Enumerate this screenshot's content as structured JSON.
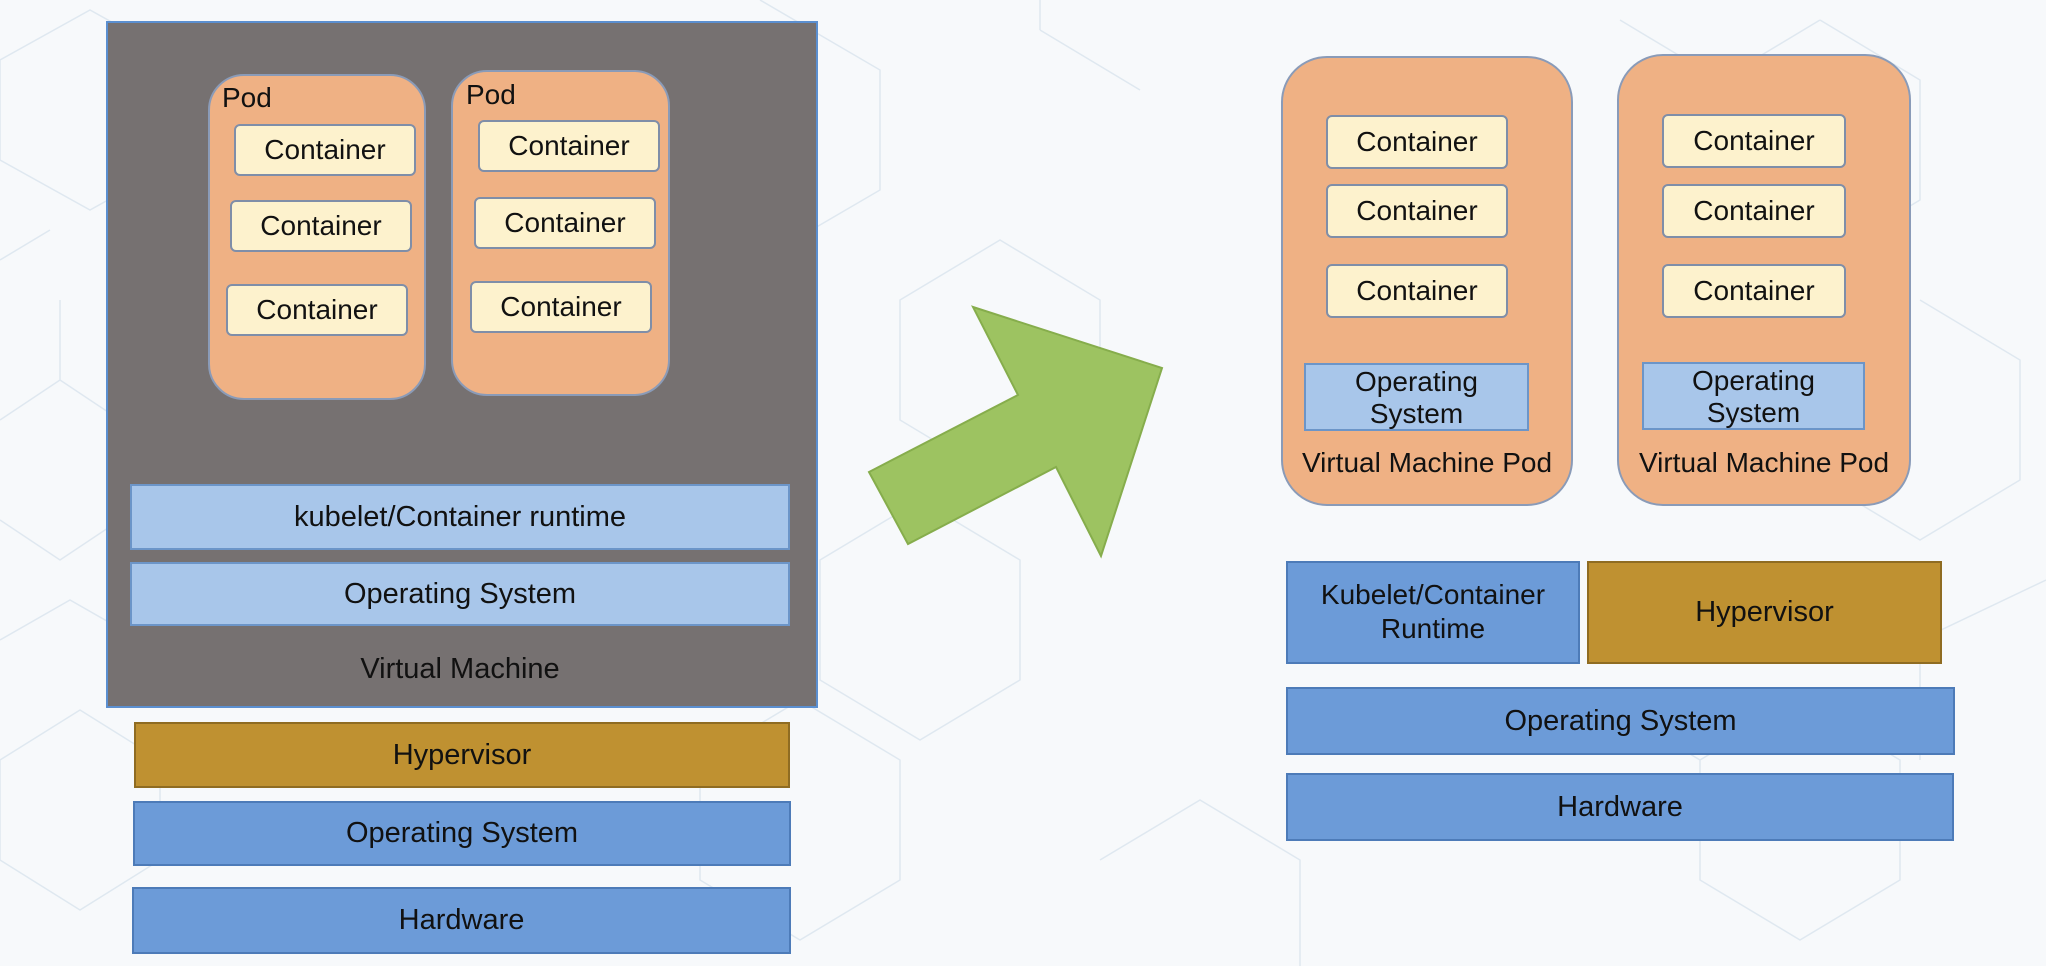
{
  "colors": {
    "vm_background": "#767171",
    "pod": "#efb184",
    "container": "#fdf2cd",
    "light_blue_layer": "#a8c6ea",
    "blue_layer": "#6c9bd8",
    "hypervisor": "#bf9131",
    "arrow": "#9dc361"
  },
  "left": {
    "pods": [
      {
        "label": "Pod",
        "containers": [
          "Container",
          "Container",
          "Container"
        ]
      },
      {
        "label": "Pod",
        "containers": [
          "Container",
          "Container",
          "Container"
        ]
      }
    ],
    "kubelet": "kubelet/Container runtime",
    "guest_os": "Operating System",
    "vm_label": "Virtual Machine",
    "hypervisor": "Hypervisor",
    "host_os": "Operating System",
    "hardware": "Hardware"
  },
  "arrow_icon": "arrow-up-right-icon",
  "right": {
    "vm_pods": [
      {
        "containers": [
          "Container",
          "Container",
          "Container"
        ],
        "os_line1": "Operating",
        "os_line2": "System",
        "label": "Virtual Machine Pod"
      },
      {
        "containers": [
          "Container",
          "Container",
          "Container"
        ],
        "os_line1": "Operating",
        "os_line2": "System",
        "label": "Virtual Machine Pod"
      }
    ],
    "kubelet_line1": "Kubelet/Container",
    "kubelet_line2": "Runtime",
    "hypervisor": "Hypervisor",
    "os": "Operating System",
    "hardware": "Hardware"
  }
}
